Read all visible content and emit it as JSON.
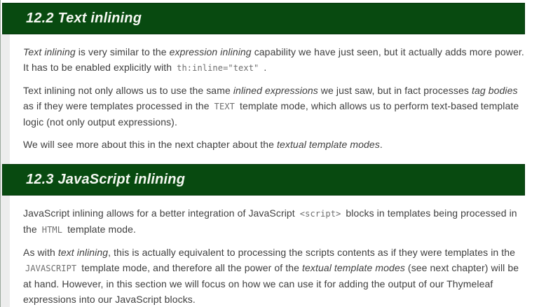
{
  "colors": {
    "heading_bg": "#084a10",
    "heading_border": "#05380c",
    "heading_text": "#f5f8f2",
    "body_text": "#3e3e3e",
    "code_text": "#6e6e6e",
    "gutter": "#ededed",
    "edge_line": "#49634a"
  },
  "sections": [
    {
      "heading": "12.2 Text inlining",
      "paragraphs": [
        [
          {
            "t": "i",
            "s": "Text inlining"
          },
          {
            "t": "t",
            "s": " is very similar to the "
          },
          {
            "t": "i",
            "s": "expression inlining"
          },
          {
            "t": "t",
            "s": " capability we have just seen, but it actually adds more power. It has to be enabled explicitly with "
          },
          {
            "t": "c",
            "s": "th:inline=\"text\""
          },
          {
            "t": "t",
            "s": " ."
          }
        ],
        [
          {
            "t": "t",
            "s": "Text inlining not only allows us to use the same "
          },
          {
            "t": "i",
            "s": "inlined expressions"
          },
          {
            "t": "t",
            "s": " we just saw, but in fact processes "
          },
          {
            "t": "i",
            "s": "tag bodies"
          },
          {
            "t": "t",
            "s": " as if they were templates processed in the "
          },
          {
            "t": "c",
            "s": "TEXT"
          },
          {
            "t": "t",
            "s": " template mode, which allows us to perform text-based template logic (not only output expressions)."
          }
        ],
        [
          {
            "t": "t",
            "s": "We will see more about this in the next chapter about the "
          },
          {
            "t": "i",
            "s": "textual template modes"
          },
          {
            "t": "t",
            "s": "."
          }
        ]
      ]
    },
    {
      "heading": "12.3 JavaScript inlining",
      "paragraphs": [
        [
          {
            "t": "t",
            "s": "JavaScript inlining allows for a better integration of JavaScript "
          },
          {
            "t": "c",
            "s": "<script>"
          },
          {
            "t": "t",
            "s": " blocks in templates being processed in the "
          },
          {
            "t": "c",
            "s": "HTML"
          },
          {
            "t": "t",
            "s": " template mode."
          }
        ],
        [
          {
            "t": "t",
            "s": "As with "
          },
          {
            "t": "i",
            "s": "text inlining"
          },
          {
            "t": "t",
            "s": ", this is actually equivalent to processing the scripts contents as if they were templates in the "
          },
          {
            "t": "c",
            "s": "JAVASCRIPT"
          },
          {
            "t": "t",
            "s": " template mode, and therefore all the power of the "
          },
          {
            "t": "i",
            "s": "textual template modes"
          },
          {
            "t": "t",
            "s": " (see next chapter) will be at hand. However, in this section we will focus on how we can use it for adding the output of our Thymeleaf expressions into our JavaScript blocks."
          }
        ]
      ]
    }
  ]
}
